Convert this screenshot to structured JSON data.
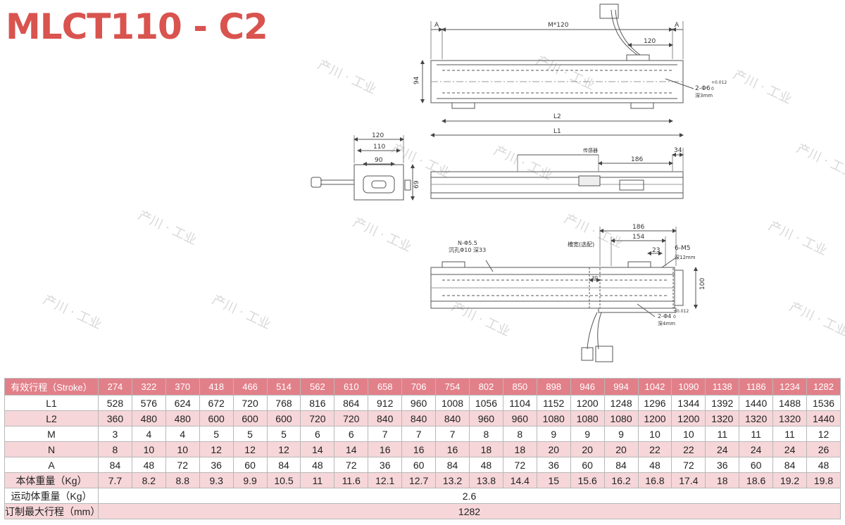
{
  "title": "MLCT110 - C2",
  "watermark": "产川 · 工业",
  "drawing": {
    "top_view": {
      "dim_A_left": "A",
      "dim_M120": "M*120",
      "dim_A_right": "A",
      "dim_120": "120",
      "dim_94": "94",
      "hole_note": "2-Φ6",
      "hole_tol": "+0.012",
      "hole_tol_low": "0",
      "hole_depth": "深3mm",
      "dim_L2": "L2",
      "dim_L1": "L1"
    },
    "end_view": {
      "dim_120": "120",
      "dim_110": "110",
      "dim_90": "90",
      "dim_69": "69"
    },
    "side_view": {
      "sensor_label": "传感器",
      "dim_186": "186",
      "dim_34": "34"
    },
    "bottom_view": {
      "hole_note": "N-Φ5.5",
      "counterbore": "沉孔Φ10 深33",
      "slot_label": "槽宽(选配)",
      "dim_186": "186",
      "dim_154": "154",
      "dim_23": "23",
      "thread_note": "6-M5",
      "thread_depth": "深12mm",
      "dim_30": "30",
      "dim_100": "100",
      "pin_note": "2-Φ4",
      "pin_tol": "+0.012",
      "pin_tol_low": "0",
      "pin_depth": "深4mm"
    }
  },
  "table": {
    "header_label": "有效行程（Stroke）",
    "strokes": [
      "274",
      "322",
      "370",
      "418",
      "466",
      "514",
      "562",
      "610",
      "658",
      "706",
      "754",
      "802",
      "850",
      "898",
      "946",
      "994",
      "1042",
      "1090",
      "1138",
      "1186",
      "1234",
      "1282"
    ],
    "rows": [
      {
        "label": "L1",
        "values": [
          "528",
          "576",
          "624",
          "672",
          "720",
          "768",
          "816",
          "864",
          "912",
          "960",
          "1008",
          "1056",
          "1104",
          "1152",
          "1200",
          "1248",
          "1296",
          "1344",
          "1392",
          "1440",
          "1488",
          "1536"
        ]
      },
      {
        "label": "L2",
        "values": [
          "360",
          "480",
          "480",
          "600",
          "600",
          "600",
          "720",
          "720",
          "840",
          "840",
          "840",
          "960",
          "960",
          "1080",
          "1080",
          "1080",
          "1200",
          "1200",
          "1320",
          "1320",
          "1320",
          "1440"
        ]
      },
      {
        "label": "M",
        "values": [
          "3",
          "4",
          "4",
          "5",
          "5",
          "5",
          "6",
          "6",
          "7",
          "7",
          "7",
          "8",
          "8",
          "9",
          "9",
          "9",
          "10",
          "10",
          "11",
          "11",
          "11",
          "12"
        ]
      },
      {
        "label": "N",
        "values": [
          "8",
          "10",
          "10",
          "12",
          "12",
          "12",
          "14",
          "14",
          "16",
          "16",
          "16",
          "18",
          "18",
          "20",
          "20",
          "20",
          "22",
          "22",
          "24",
          "24",
          "24",
          "26"
        ]
      },
      {
        "label": "A",
        "values": [
          "84",
          "48",
          "72",
          "36",
          "60",
          "84",
          "48",
          "72",
          "36",
          "60",
          "84",
          "48",
          "72",
          "36",
          "60",
          "84",
          "48",
          "72",
          "36",
          "60",
          "84",
          "48"
        ]
      },
      {
        "label": "本体重量（Kg）",
        "values": [
          "7.7",
          "8.2",
          "8.8",
          "9.3",
          "9.9",
          "10.5",
          "11",
          "11.6",
          "12.1",
          "12.7",
          "13.2",
          "13.8",
          "14.4",
          "15",
          "15.6",
          "16.2",
          "16.8",
          "17.4",
          "18",
          "18.6",
          "19.2",
          "19.8"
        ]
      }
    ],
    "moving_weight": {
      "label": "运动体重量（Kg）",
      "value": "2.6"
    },
    "max_stroke": {
      "label": "订制最大行程（mm）",
      "value": "1282"
    }
  }
}
